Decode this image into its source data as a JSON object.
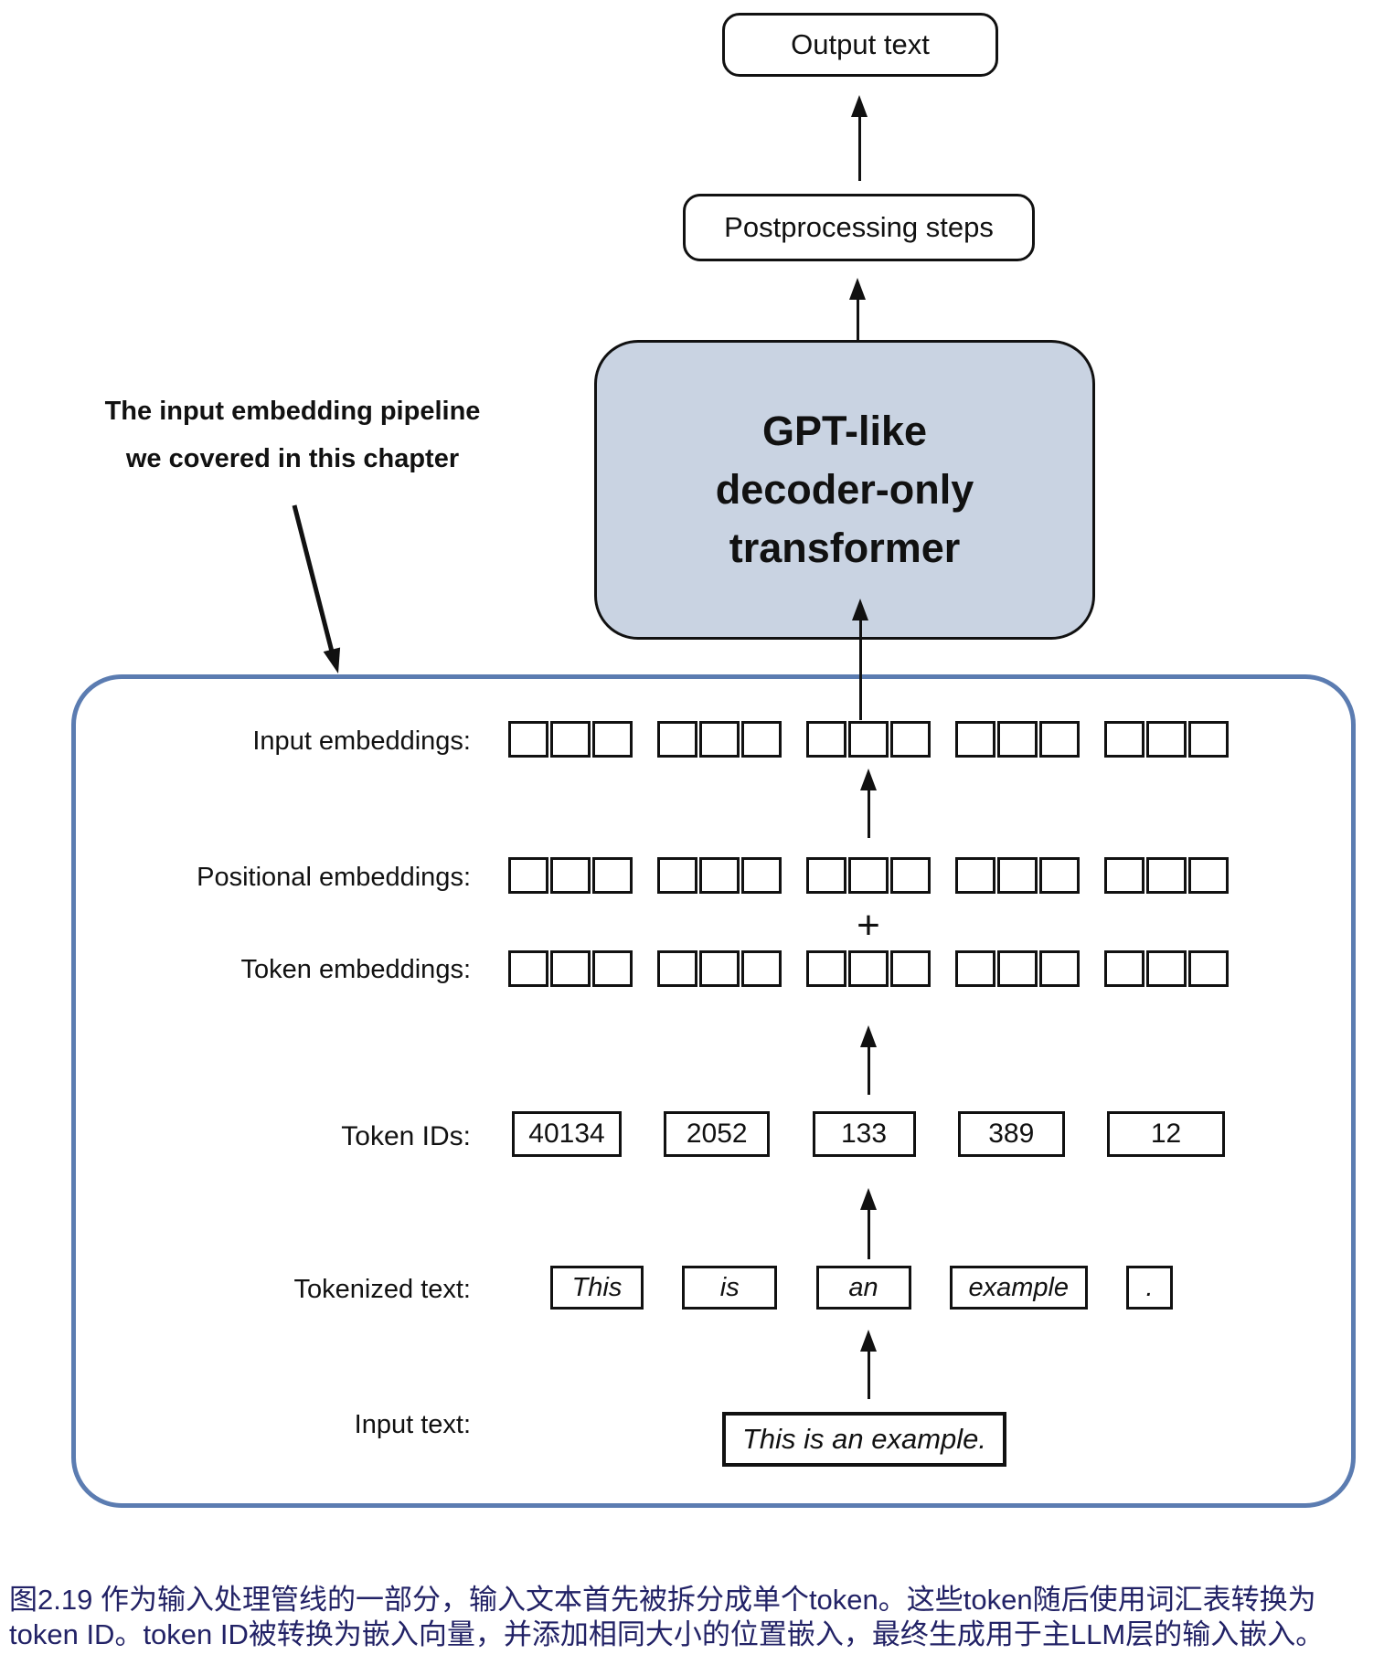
{
  "colors": {
    "container_border": "#5b7cb1",
    "gpt_box_fill": "#c9d3e2",
    "caption_color": "#222266"
  },
  "top_flow": {
    "output_box_label": "Output text",
    "postprocessing_box_label": "Postprocessing steps",
    "gpt_box_line1": "GPT-like",
    "gpt_box_line2": "decoder-only",
    "gpt_box_line3": "transformer"
  },
  "annotation": {
    "line1": "The input embedding pipeline",
    "line2": "we covered in this chapter"
  },
  "pipeline": {
    "embedding_groups": 5,
    "cells_per_group": 3,
    "labels": {
      "input_embeddings": "Input embeddings:",
      "positional_embeddings": "Positional embeddings:",
      "token_embeddings": "Token embeddings:",
      "token_ids": "Token IDs:",
      "tokenized_text": "Tokenized text:",
      "input_text": "Input text:"
    },
    "plus_sign": "+",
    "token_ids": [
      "40134",
      "2052",
      "133",
      "389",
      "12"
    ],
    "tokens": [
      "This",
      "is",
      "an",
      "example",
      "."
    ],
    "input_text": "This is an example."
  },
  "caption": {
    "line1": "图2.19 作为输入处理管线的一部分，输入文本首先被拆分成单个token。这些token随后使用词汇表转换为",
    "line2": "token ID。token ID被转换为嵌入向量，并添加相同大小的位置嵌入，最终生成用于主LLM层的输入嵌入。"
  }
}
